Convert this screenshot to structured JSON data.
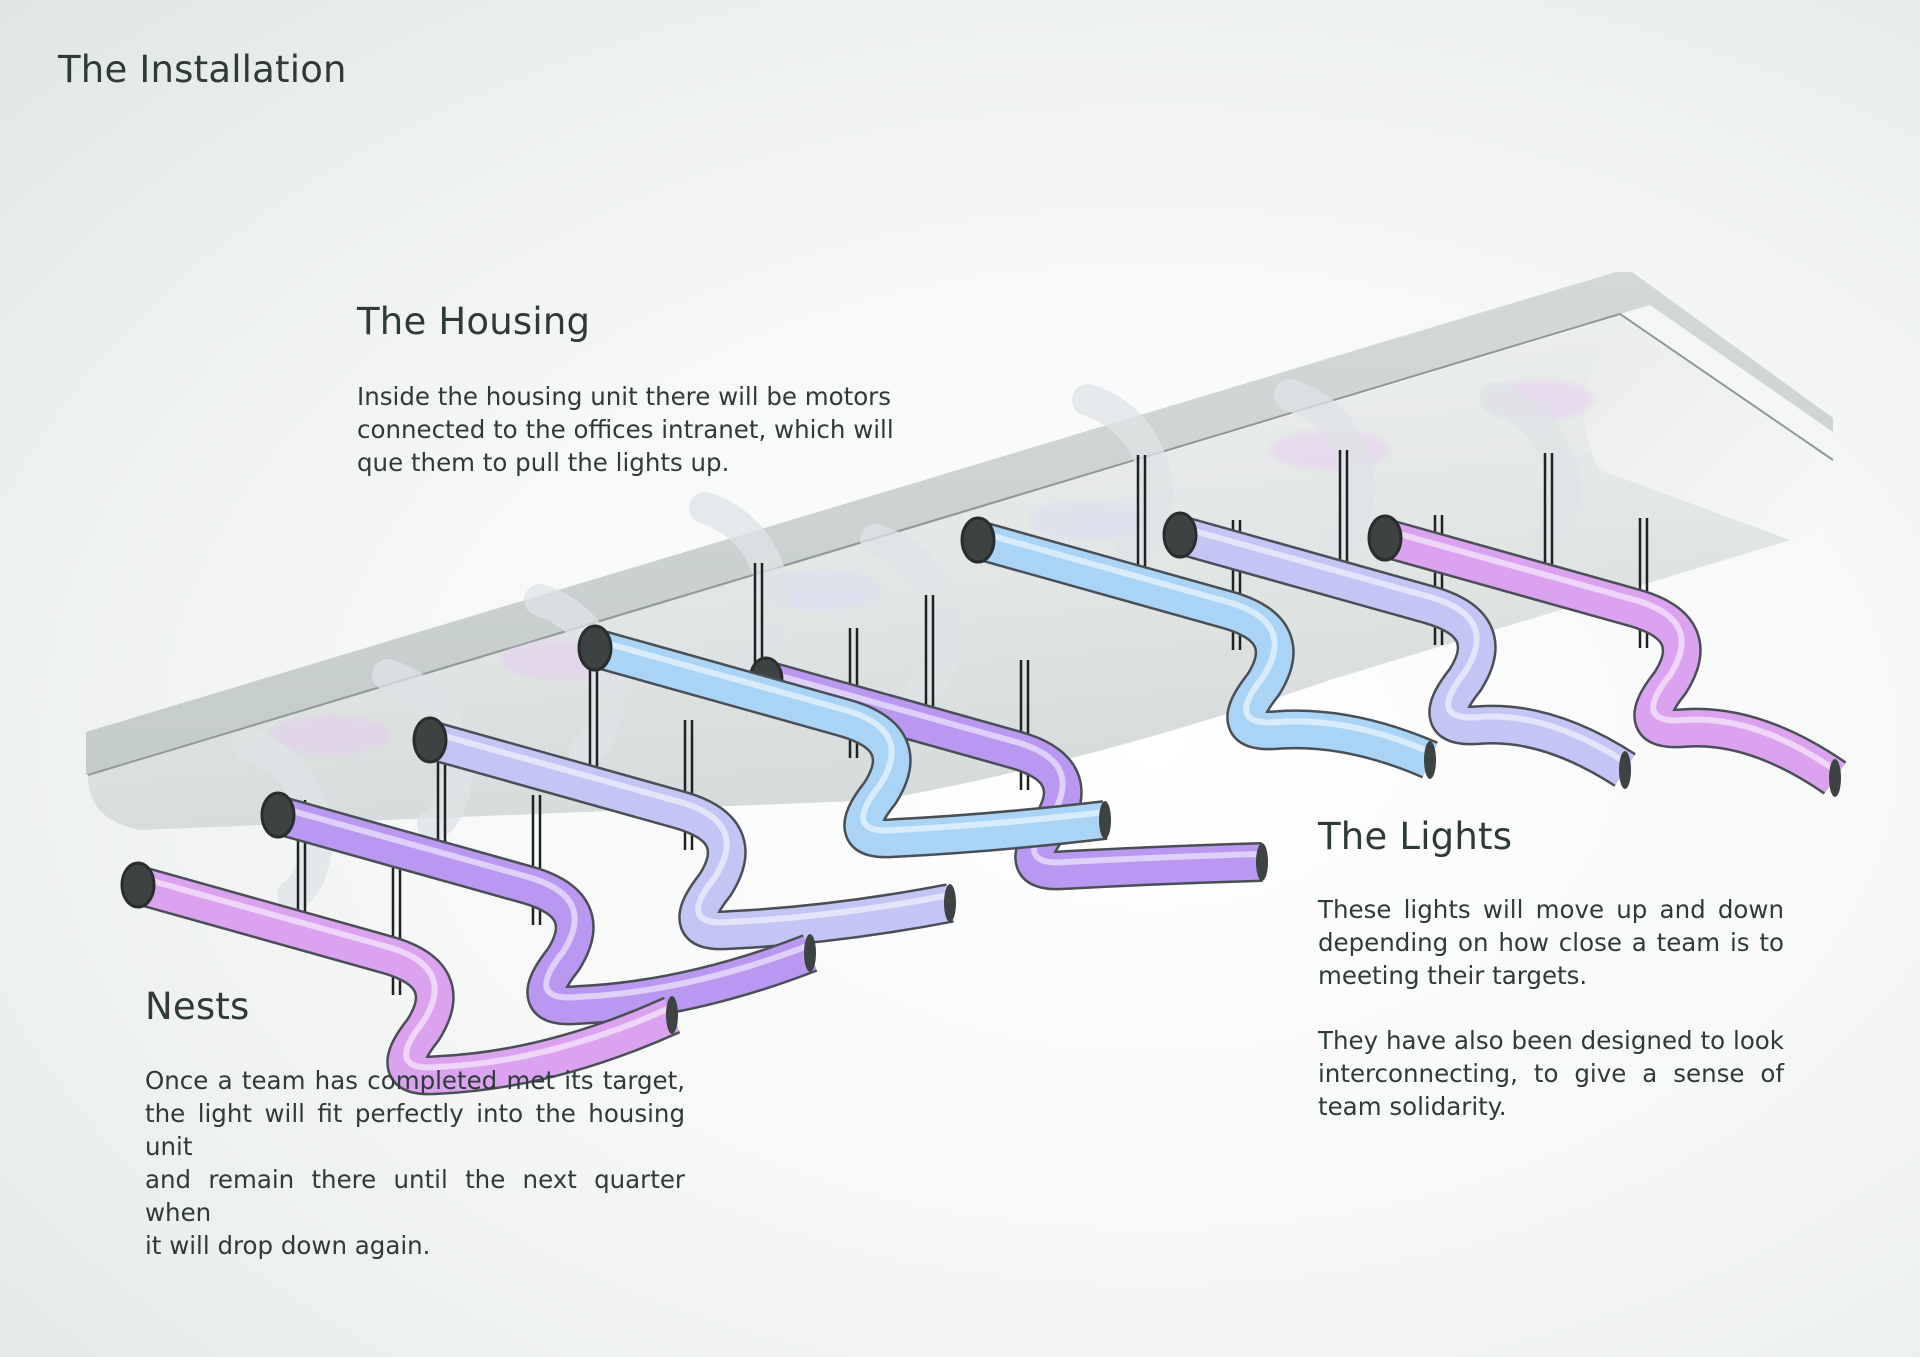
{
  "page": {
    "title": "The Installation"
  },
  "sections": {
    "housing": {
      "heading": "The Housing",
      "lines": [
        "Inside the housing unit there will be motors",
        "connected to the offices intranet, which will",
        "que them to pull the lights up."
      ]
    },
    "lights": {
      "heading": "The Lights",
      "paragraph1": [
        "These lights will move up and down",
        "depending on how close a team is to",
        "meeting their targets."
      ],
      "paragraph2": [
        "They have also been designed to look",
        "interconnecting, to give a sense of",
        "team solidarity."
      ]
    },
    "nests": {
      "heading": "Nests",
      "lines": [
        "Once a team has completed met its target,",
        "the light will fit perfectly into the housing unit",
        "and remain there until the next quarter when",
        "it will drop down again."
      ]
    }
  },
  "render": {
    "housing_color": "#d9dedd",
    "housing_side_color": "#eef0f0",
    "cap_color": "#3d4242",
    "cable_color": "#1f2222",
    "light_colors": {
      "pink": "#dba2ef",
      "violet": "#b998f2",
      "lavender": "#c3c5f5",
      "blue": "#a9d4f6"
    }
  }
}
